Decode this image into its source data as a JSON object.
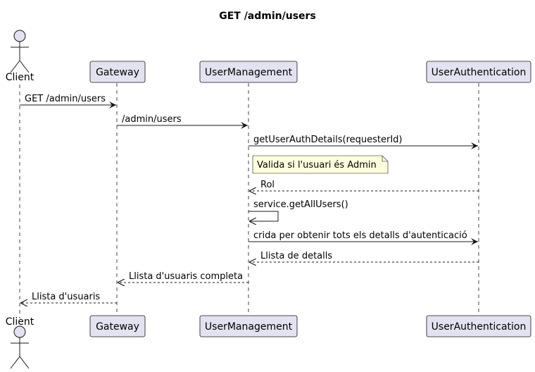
{
  "diagram": {
    "title": "GET /admin/users",
    "participants": [
      {
        "id": "client",
        "label": "Client",
        "kind": "actor"
      },
      {
        "id": "gateway",
        "label": "Gateway",
        "kind": "box"
      },
      {
        "id": "usermgmt",
        "label": "UserManagement",
        "kind": "box"
      },
      {
        "id": "userauth",
        "label": "UserAuthentication",
        "kind": "box"
      }
    ],
    "messages": [
      {
        "from": "client",
        "to": "gateway",
        "label": "GET /admin/users",
        "style": "sync"
      },
      {
        "from": "gateway",
        "to": "usermgmt",
        "label": "/admin/users",
        "style": "sync"
      },
      {
        "from": "usermgmt",
        "to": "userauth",
        "label": "getUserAuthDetails(requesterId)",
        "style": "sync"
      },
      {
        "from": "userauth",
        "to": "usermgmt",
        "label": "Rol",
        "style": "return"
      },
      {
        "from": "usermgmt",
        "to": "usermgmt",
        "label": "service.getAllUsers()",
        "style": "self"
      },
      {
        "from": "usermgmt",
        "to": "userauth",
        "label": "crida per obtenir tots els detalls d'autenticació",
        "style": "sync"
      },
      {
        "from": "userauth",
        "to": "usermgmt",
        "label": "Llista de detalls",
        "style": "return"
      },
      {
        "from": "usermgmt",
        "to": "gateway",
        "label": "Llista d'usuaris completa",
        "style": "return"
      },
      {
        "from": "gateway",
        "to": "client",
        "label": "Llista d'usuaris",
        "style": "return"
      }
    ],
    "note": {
      "text": "Valida si l'usuari és Admin",
      "over": "usermgmt"
    },
    "colors": {
      "participant_fill": "#E2E2F0",
      "participant_border": "#181818",
      "note_fill": "#FEFFDD",
      "lifeline": "#181818"
    }
  }
}
